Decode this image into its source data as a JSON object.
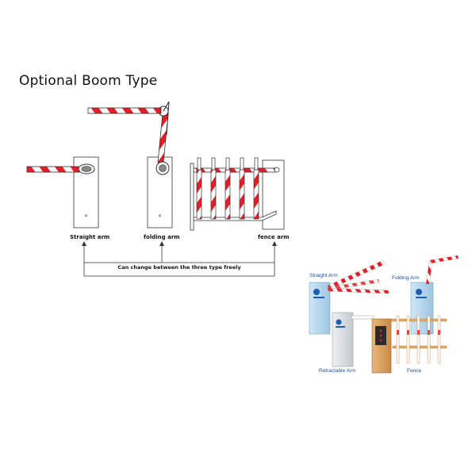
{
  "title": "Optional Boom Type",
  "diagram": {
    "labels": {
      "straight": "Straight arm",
      "folding": "folding arm",
      "fence": "fence arm"
    },
    "note": "Can change between the three type freely"
  },
  "photo": {
    "labels": {
      "straight": "Straight Arm",
      "folding": "Folding Arm",
      "retractable": "Retractable Arm",
      "fence": "Fence"
    }
  },
  "colors": {
    "boom_red": "#e41e26",
    "boom_white": "#ffffff",
    "cabinet_blue": "#b9d9ee",
    "cabinet_gray": "#d9dde2",
    "fence_wood": "#d9a870",
    "label_blue": "#1a4fa0"
  }
}
